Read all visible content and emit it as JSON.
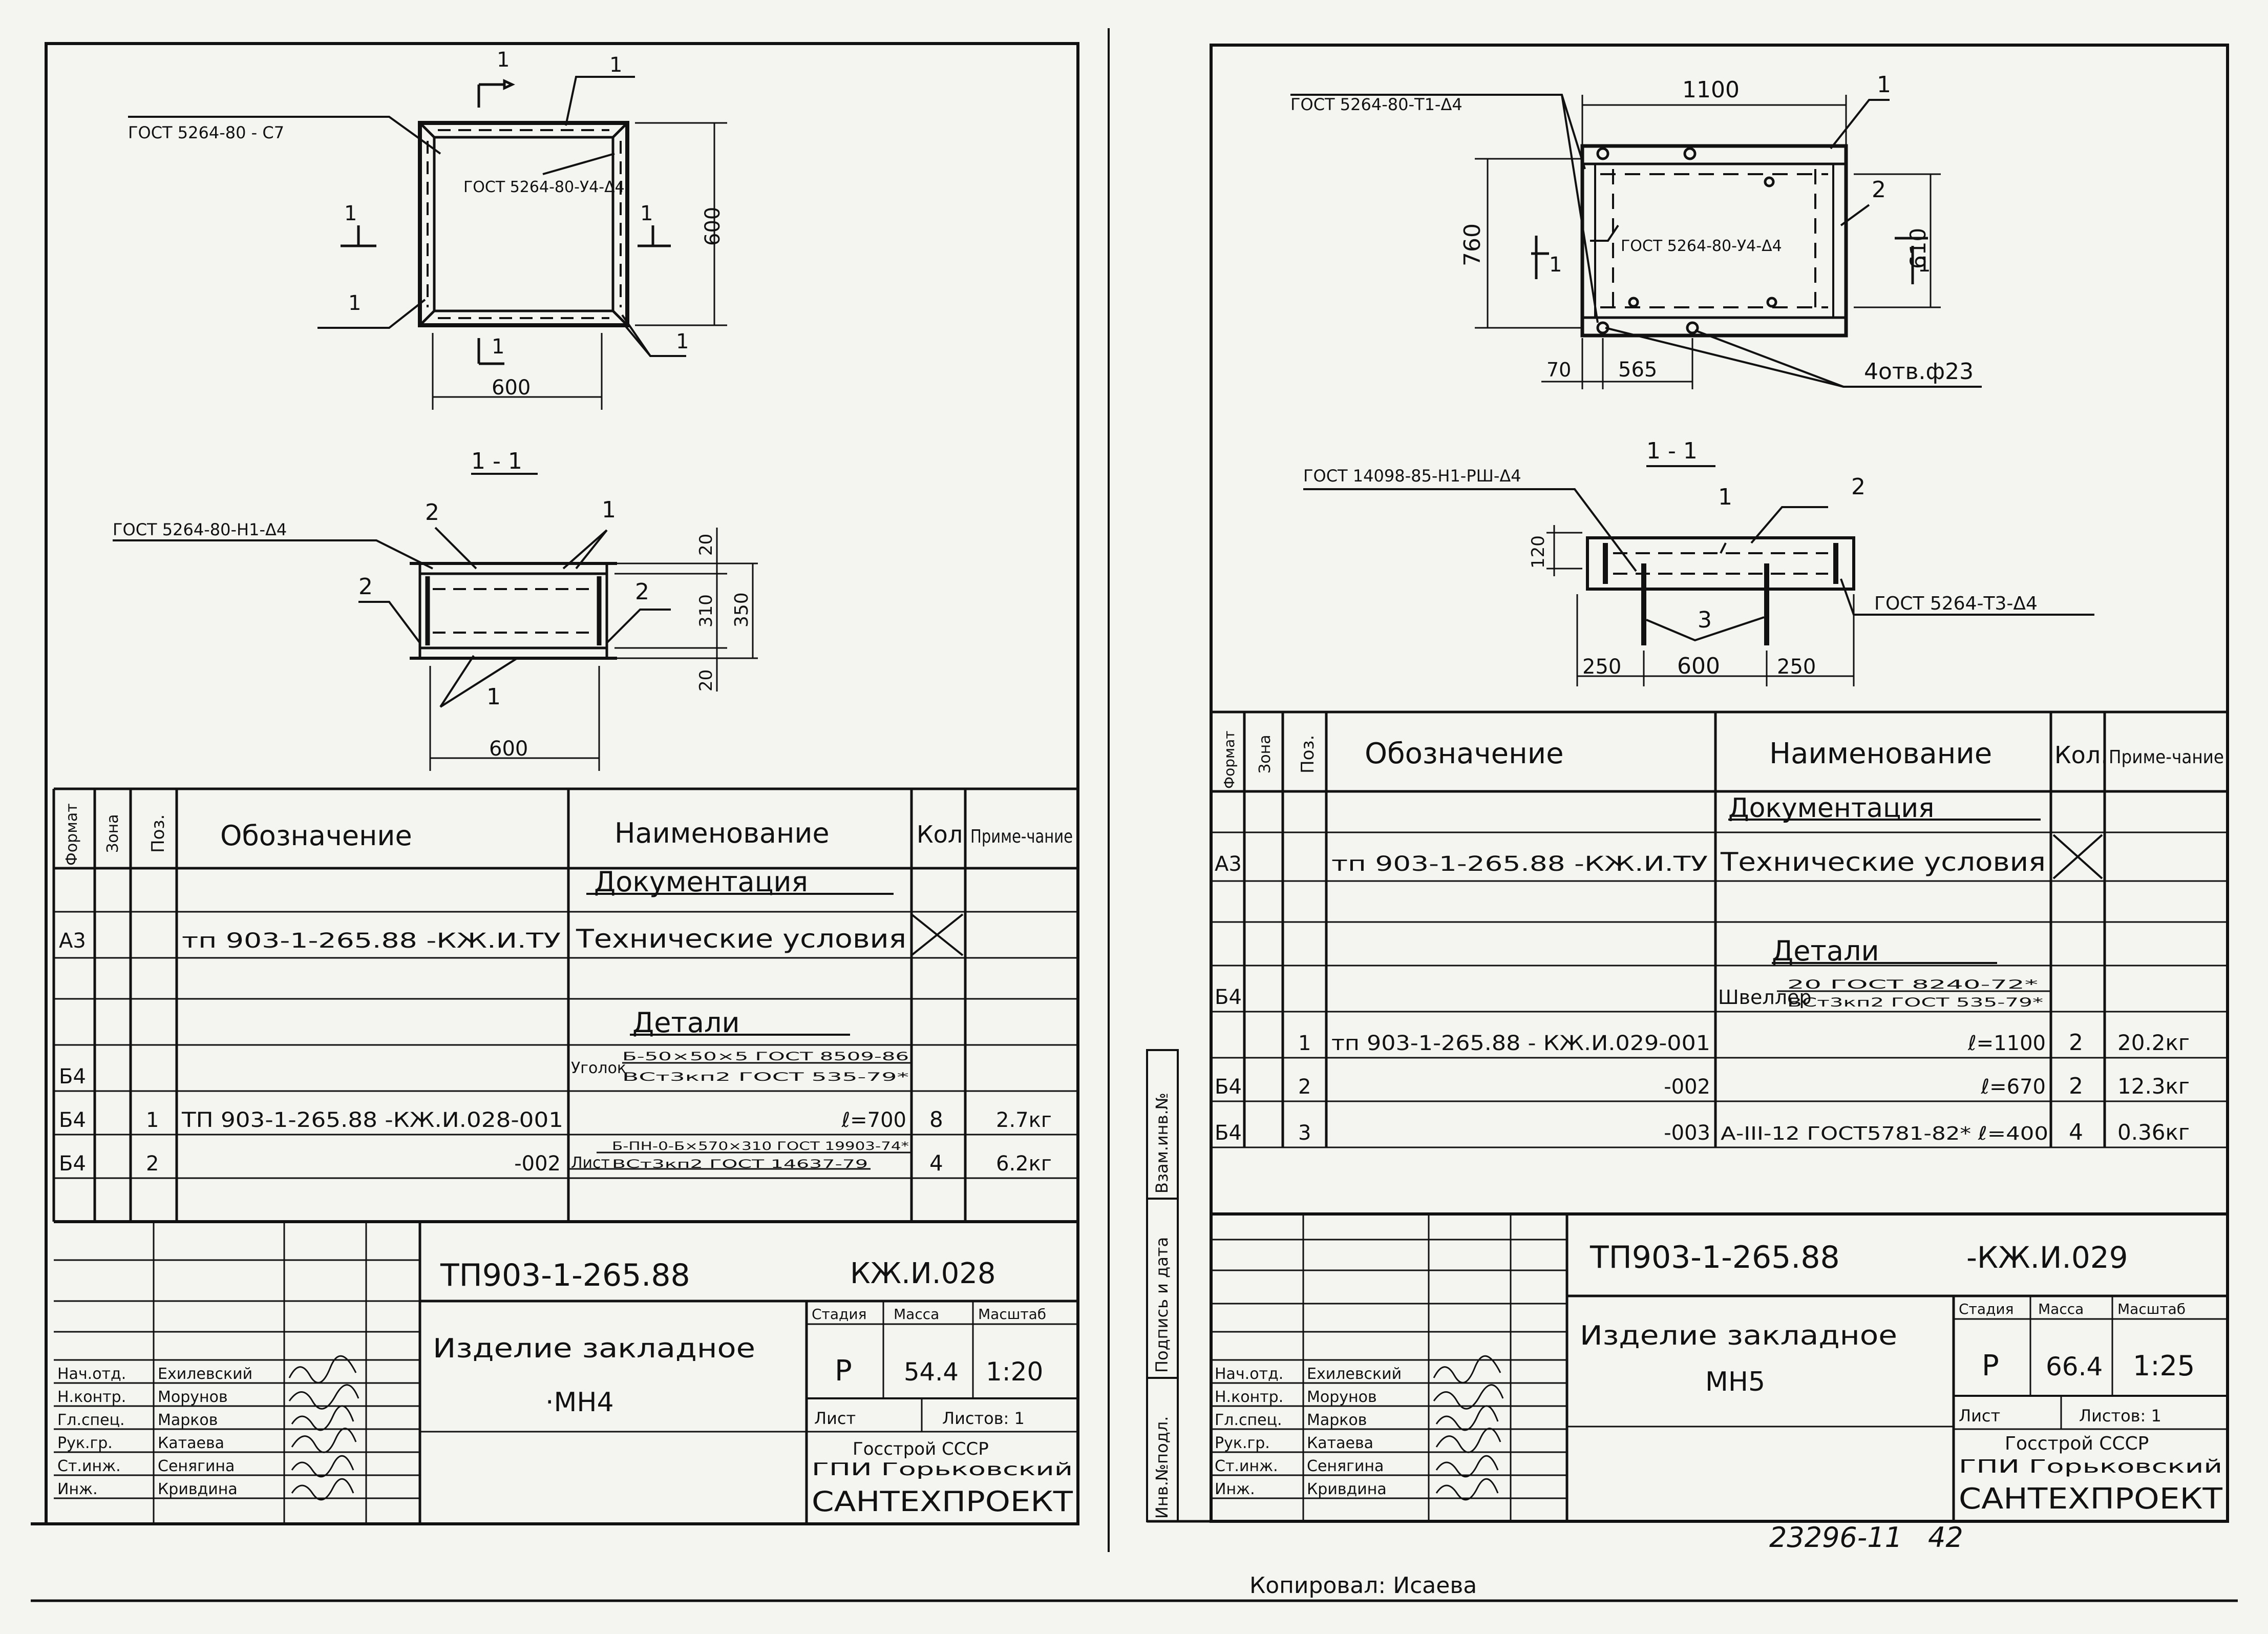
{
  "sheets": [
    {
      "drawing": {
        "weld_top": "ГОСТ 5264-80 - С7",
        "weld_inner": "ГОСТ 5264-80-У4-Δ4",
        "dim_height": "600",
        "dim_width": "600",
        "section_mark_top": "1",
        "section_mark_left": "1",
        "section_mark_right": "1",
        "section_mark_bottom": "1",
        "pos_top": "1",
        "pos_left": "1",
        "pos_right": "1",
        "section_title": "1 - 1",
        "section_weld": "ГОСТ 5264-80-Н1-Δ4",
        "sec_pos_2a": "2",
        "sec_pos_2b": "2",
        "sec_pos_2c": "2",
        "sec_pos_1a": "1",
        "sec_pos_1b": "1",
        "dim_20_top": "20",
        "dim_310": "310",
        "dim_350": "350",
        "dim_20_bottom": "20",
        "sec_dim_width": "600"
      },
      "spec": {
        "headers": {
          "format": "Формат",
          "zone": "Зона",
          "pos": "Поз.",
          "designation": "Обозначение",
          "name": "Наименование",
          "qty": "Кол",
          "note": "Приме-чание"
        },
        "section_docs": "Документация",
        "section_details": "Детали",
        "rows": [
          {
            "format": "А3",
            "zone": "",
            "pos": "",
            "designation": "тп 903-1-265.88   -КЖ.И.ТУ",
            "name": "Технические условия",
            "qty": "",
            "note": ""
          },
          {
            "format": "Б4",
            "zone": "",
            "pos": "",
            "designation": "",
            "name_prefix": "Уголок",
            "name_top": "Б-50×50×5 ГОСТ 8509-86",
            "name_bottom": "ВСт3кп2 ГОСТ 535-79*",
            "qty": "",
            "note": ""
          },
          {
            "format": "Б4",
            "zone": "",
            "pos": "1",
            "designation": "ТП 903-1-265.88  -КЖ.И.028-001",
            "name": "ℓ=700",
            "qty": "8",
            "note": "2.7кг"
          },
          {
            "format": "Б4",
            "zone": "",
            "pos": "2",
            "designation": "-002",
            "name_prefix": "Лист",
            "name_top": "Б-ПН-0-Б×570×310 ГОСТ 19903-74*",
            "name_bottom": "ВСт3кп2 ГОСТ 14637-79",
            "qty": "4",
            "note": "6.2кг"
          }
        ]
      },
      "title_block": {
        "doc_code": "ТП903-1-265.88",
        "doc_suffix": "КЖ.И.028",
        "title_line1": "Изделие закладное",
        "title_line2": "·МН4",
        "stage_label": "Стадия",
        "mass_label": "Масса",
        "scale_label": "Масштаб",
        "stage": "Р",
        "mass": "54.4",
        "scale": "1:20",
        "sheet_label": "Лист",
        "sheets_label": "Листов: 1",
        "org1": "Госстрой СССР",
        "org2": "ГПИ Горьковский",
        "org3": "САНТЕХПРОЕКТ",
        "roles": [
          {
            "role": "Нач.отд.",
            "name": "Ехилевский"
          },
          {
            "role": "Н.контр.",
            "name": "Морунов"
          },
          {
            "role": "Гл.спец.",
            "name": "Марков"
          },
          {
            "role": "Рук.гр.",
            "name": "Катаева"
          },
          {
            "role": "Ст.инж.",
            "name": "Сенягина"
          },
          {
            "role": "Инж.",
            "name": "Кривдина"
          }
        ]
      }
    },
    {
      "drawing": {
        "weld_top": "ГОСТ 5264-80-Т1-Δ4",
        "weld_inner": "ГОСТ 5264-80-У4-Δ4",
        "dim_width": "1100",
        "dim_760": "760",
        "dim_610": "610",
        "dim_70": "70",
        "dim_565": "565",
        "holes": "4отв.ф23",
        "pos_top": "1",
        "pos_right": "2",
        "section_mark_left": "1",
        "section_mark_right": "1",
        "section_title": "1 - 1",
        "section_weld_left": "ГОСТ 14098-85-Н1-РШ-Δ4",
        "section_weld_right": "ГОСТ 5264-Т3-Δ4",
        "sec_pos_1": "1",
        "sec_pos_2": "2",
        "sec_pos_3": "3",
        "dim_120": "120",
        "dim_250a": "250",
        "dim_600": "600",
        "dim_250b": "250"
      },
      "spec": {
        "headers": {
          "format": "Формат",
          "zone": "Зона",
          "pos": "Поз.",
          "designation": "Обозначение",
          "name": "Наименование",
          "qty": "Кол.",
          "note": "Приме-чание"
        },
        "section_docs": "Документация",
        "section_details": "Детали",
        "rows": [
          {
            "format": "А3",
            "zone": "",
            "pos": "",
            "designation": "тп 903-1-265.88     -КЖ.И.ТУ",
            "name": "Технические условия",
            "qty": "",
            "note": ""
          },
          {
            "format": "Б4",
            "zone": "",
            "pos": "",
            "designation": "",
            "name_prefix": "Швеллер",
            "name_top": "20 ГОСТ 8240-72*",
            "name_bottom": "ВСт3кп2 ГОСТ 535-79*",
            "qty": "",
            "note": ""
          },
          {
            "format": "",
            "zone": "",
            "pos": "1",
            "designation": "тп 903-1-265.88  - КЖ.И.029-001",
            "name": "ℓ=1100",
            "qty": "2",
            "note": "20.2кг"
          },
          {
            "format": "Б4",
            "zone": "",
            "pos": "2",
            "designation": "-002",
            "name": "ℓ=670",
            "qty": "2",
            "note": "12.3кг"
          },
          {
            "format": "Б4",
            "zone": "",
            "pos": "3",
            "designation": "-003",
            "name": "А-III-12 ГОСТ5781-82*  ℓ=400",
            "qty": "4",
            "note": "0.36кг"
          }
        ]
      },
      "title_block": {
        "doc_code": "ТП903-1-265.88",
        "doc_suffix": "-КЖ.И.029",
        "title_line1": "Изделие закладное",
        "title_line2": "МН5",
        "stage_label": "Стадия",
        "mass_label": "Масса",
        "scale_label": "Масштаб",
        "stage": "Р",
        "mass": "66.4",
        "scale": "1:25",
        "sheet_label": "Лист",
        "sheets_label": "Листов: 1",
        "org1": "Госстрой СССР",
        "org2": "ГПИ Горьковский",
        "org3": "САНТЕХПРОЕКТ",
        "roles": [
          {
            "role": "Нач.отд.",
            "name": "Ехилевский"
          },
          {
            "role": "Н.контр.",
            "name": "Морунов"
          },
          {
            "role": "Гл.спец.",
            "name": "Марков"
          },
          {
            "role": "Рук.гр.",
            "name": "Катаева"
          },
          {
            "role": "Ст.инж.",
            "name": "Сенягина"
          },
          {
            "role": "Инж.",
            "name": "Кривдина"
          }
        ]
      }
    }
  ],
  "side_stamps": [
    "Инв.№подл.",
    "Подпись и дата",
    "Взам.инв.№"
  ],
  "archive_number": "23296-11",
  "page_number": "42",
  "copied_by": "Копировал: Исаева"
}
